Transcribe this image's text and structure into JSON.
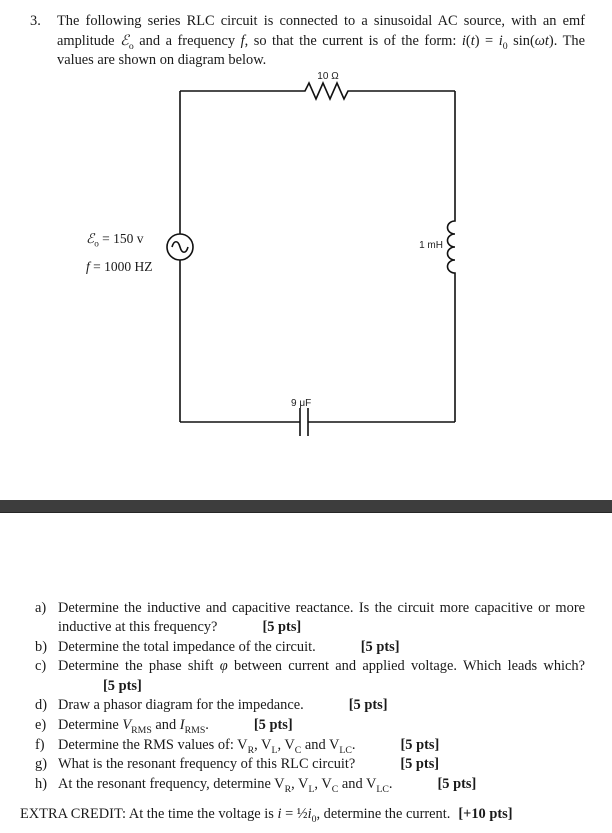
{
  "problem": {
    "number": "3.",
    "intro": "The following series RLC circuit is connected to a sinusoidal AC source, with an emf amplitude *ℰ*~o~ and a frequency *f*, so that the current is of the form: *i*(*t*) = *i*~0~ sin(*ωt*). The values are shown on diagram below."
  },
  "circuit": {
    "resistor_label": "10 Ω",
    "inductor_label": "1 mH",
    "capacitor_label": "9 μF",
    "emf_label": "*ℰ*~o~ = 150 v",
    "frequency_label": "*f* = 1000 HZ"
  },
  "questions": [
    {
      "letter": "a)",
      "text": "Determine the inductive and capacitive reactance. Is the circuit more capacitive or more inductive at this frequency?",
      "pts": "[5 pts]"
    },
    {
      "letter": "b)",
      "text": "Determine the total impedance of the circuit.",
      "pts": "[5 pts]"
    },
    {
      "letter": "c)",
      "text": "Determine the phase shift *φ* between current and applied voltage. Which leads which?",
      "pts": "[5 pts]"
    },
    {
      "letter": "d)",
      "text": "Draw a phasor diagram for the impedance.",
      "pts": "[5 pts]"
    },
    {
      "letter": "e)",
      "text": "Determine *V*~RMS~ and *I*~RMS~.",
      "pts": "[5 pts]"
    },
    {
      "letter": "f)",
      "text": "Determine the RMS values of: V~R~, V~L~, V~C~ and V~LC~.",
      "pts": "[5 pts]"
    },
    {
      "letter": "g)",
      "text": "What is the resonant frequency of this RLC circuit?",
      "pts": "[5 pts]"
    },
    {
      "letter": "h)",
      "text": "At the resonant frequency, determine V~R~, V~L~, V~C~ and V~LC~.",
      "pts": "[5 pts]"
    }
  ],
  "extra_credit": {
    "text": "EXTRA CREDIT: At the time the voltage is *i* = ½*i*~0~, determine the current.",
    "pts": "[+10 pts]"
  }
}
